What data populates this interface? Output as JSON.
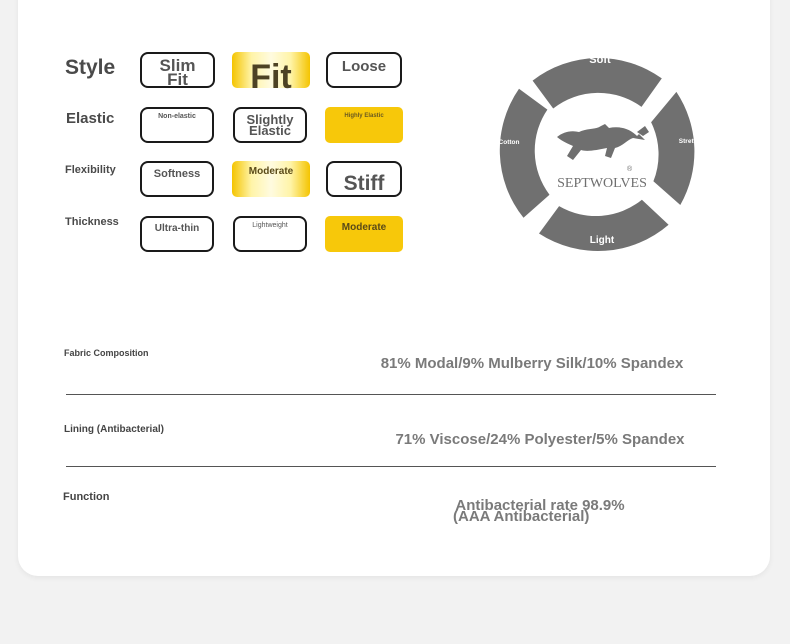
{
  "attributes": [
    {
      "label": "Style",
      "options": [
        {
          "text": "Slim Fit",
          "selected": false
        },
        {
          "text": "Fit",
          "selected": true
        },
        {
          "text": "Loose",
          "selected": false
        }
      ]
    },
    {
      "label": "Elastic",
      "options": [
        {
          "text": "Non-elastic",
          "selected": false
        },
        {
          "text": "Slightly Elastic",
          "selected": false
        },
        {
          "text": "Highly Elastic",
          "selected": true
        }
      ]
    },
    {
      "label": "Flexibility",
      "options": [
        {
          "text": "Softness",
          "selected": false
        },
        {
          "text": "Moderate",
          "selected": true
        },
        {
          "text": "Stiff",
          "selected": false
        }
      ]
    },
    {
      "label": "Thickness",
      "options": [
        {
          "text": "Ultra-thin",
          "selected": false
        },
        {
          "text": "Lightweight",
          "selected": false
        },
        {
          "text": "Moderate",
          "selected": true
        }
      ]
    }
  ],
  "wheel": {
    "top": "Soft",
    "right": "Stretch",
    "bottom": "Light",
    "left": "Cotton",
    "brand": "SEPTWOLVES",
    "registered": "®",
    "segment_color": "#707070"
  },
  "fabric": {
    "composition_label": "Fabric Composition",
    "composition_value": "81% Modal/9% Mulberry Silk/10% Spandex",
    "lining_label": "Lining (Antibacterial)",
    "lining_value": "71% Viscose/24% Polyester/5% Spandex",
    "function_label": "Function",
    "function_value_line1": "Antibacterial rate 98.9%",
    "function_value_line2": "(AAA Antibacterial)"
  },
  "colors": {
    "accent": "#f7c80a",
    "text": "#4a4a4a"
  }
}
